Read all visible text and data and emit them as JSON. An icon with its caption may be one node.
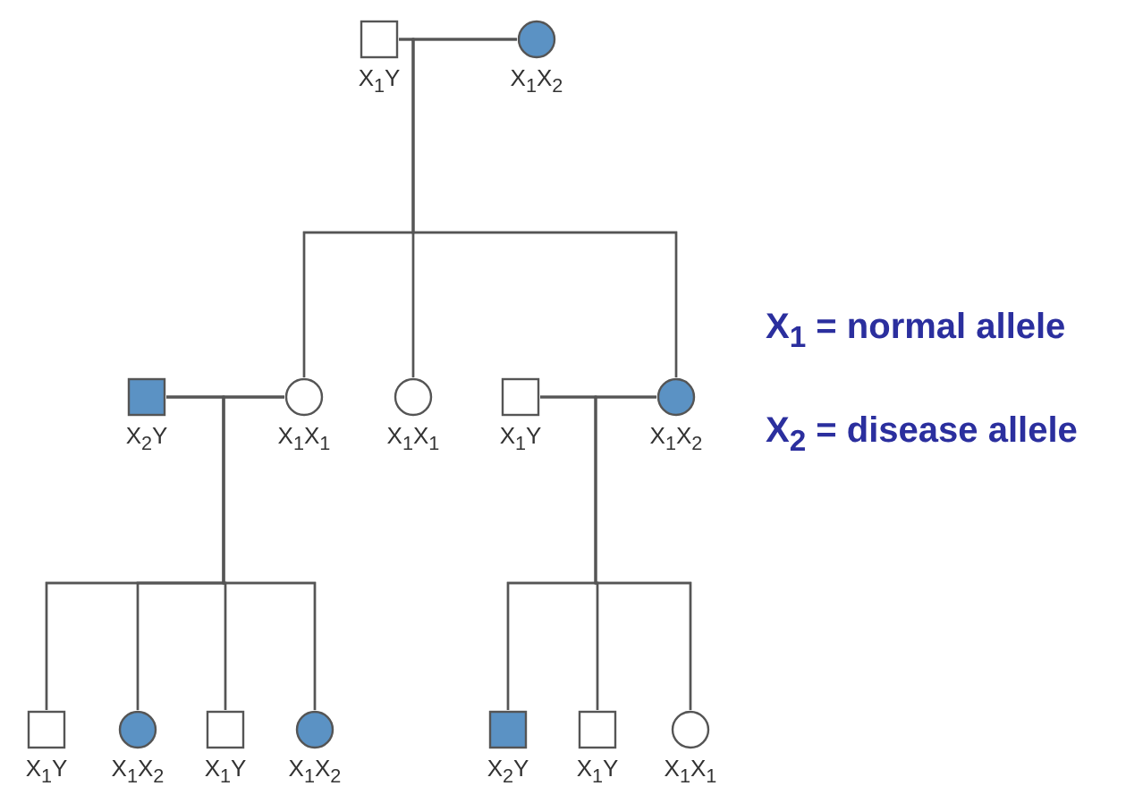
{
  "diagram": {
    "nodes": [
      {
        "text": [
          "X$_{1}$Y"
        ]
      },
      {
        "text": [
          "X$_{1}$X$_{2}$"
        ]
      },
      {
        "text": [
          "X$_{2}$Y"
        ]
      },
      {
        "text": [
          "X$_{1}$X$_{1}$"
        ]
      },
      {
        "text": [
          "X$_{1}$X$_{1}$"
        ]
      },
      {
        "text": [
          "X$_{1}$Y"
        ]
      },
      {
        "text": [
          "X$_{1}$X$_{2}$"
        ]
      },
      {
        "text": [
          "X$_{1}$Y"
        ]
      },
      {
        "text": [
          "X$_{1}$X$_{2}$"
        ]
      },
      {
        "text": [
          "X$_{1}$Y"
        ]
      },
      {
        "text": [
          "X$_{1}$X$_{2}$"
        ]
      },
      {
        "text": [
          "X$_{2}$Y"
        ]
      },
      {
        "text": [
          "X$_{1}$Y"
        ]
      },
      {
        "text": [
          "X$_{1}$X$_{1}$"
        ]
      }
    ],
    "edges": [
      {
        "from": 0,
        "to": 1,
        "arrow": "none"
      },
      {
        "from": 0,
        "to": 3,
        "arrow": "none"
      },
      {
        "from": 0,
        "to": 4,
        "arrow": "none"
      },
      {
        "from": 0,
        "to": 6,
        "arrow": "none"
      },
      {
        "from": 1,
        "to": 3,
        "arrow": "none"
      },
      {
        "from": 1,
        "to": 4,
        "arrow": "none"
      },
      {
        "from": 1,
        "to": 6,
        "arrow": "none"
      },
      {
        "from": 2,
        "to": 3,
        "arrow": "none"
      },
      {
        "from": 2,
        "to": 7,
        "arrow": "none"
      },
      {
        "from": 2,
        "to": 8,
        "arrow": "none"
      },
      {
        "from": 2,
        "to": 9,
        "arrow": "none"
      },
      {
        "from": 2,
        "to": 10,
        "arrow": "none"
      },
      {
        "from": 3,
        "to": 7,
        "arrow": "none"
      },
      {
        "from": 3,
        "to": 8,
        "arrow": "none"
      },
      {
        "from": 3,
        "to": 9,
        "arrow": "none"
      },
      {
        "from": 3,
        "to": 10,
        "arrow": "none"
      },
      {
        "from": 5,
        "to": 6,
        "arrow": "none"
      },
      {
        "from": 5,
        "to": 11,
        "arrow": "none"
      },
      {
        "from": 5,
        "to": 12,
        "arrow": "none"
      },
      {
        "from": 5,
        "to": 13,
        "arrow": "none"
      },
      {
        "from": 6,
        "to": 11,
        "arrow": "none"
      },
      {
        "from": 6,
        "to": 12,
        "arrow": "none"
      },
      {
        "from": 6,
        "to": 13,
        "arrow": "none"
      }
    ],
    "labels": [
      "X$_{1}$ = normal allele",
      "X$_{2}$ = disease allele"
    ]
  }
}
